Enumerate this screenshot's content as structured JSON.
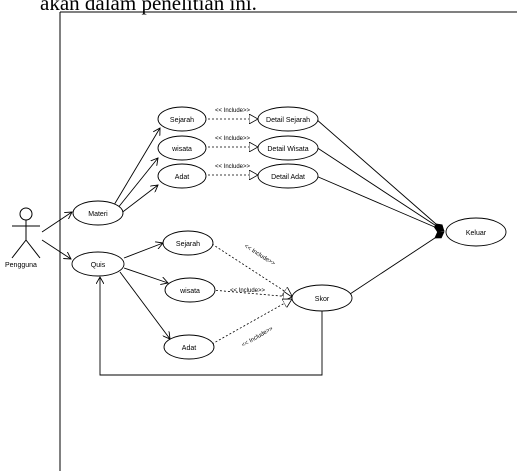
{
  "caption_fragment": "akan dalam penelitian ini.",
  "actor": {
    "name": "Pengguna"
  },
  "use_cases": {
    "materi": "Materi",
    "quis": "Quis",
    "sejarah_m": "Sejarah",
    "wisata_m": "wisata",
    "adat_m": "Adat",
    "detail_sejarah": "Detail Sejarah",
    "detail_wisata": "Detail Wisata",
    "detail_adat": "Detail Adat",
    "keluar": "Keluar",
    "sejarah_q": "Sejarah",
    "wisata_q": "wisata",
    "adat_q": "Adat",
    "skor": "Skor"
  },
  "relations": {
    "include_top_1": "<< Include>>",
    "include_top_2": "<< Include>>",
    "include_top_3": "<< Include>>",
    "include_q_sejarah": "<< Include>>",
    "include_q_wisata": "<< Include>>",
    "include_q_adat": "<< Include>>"
  }
}
